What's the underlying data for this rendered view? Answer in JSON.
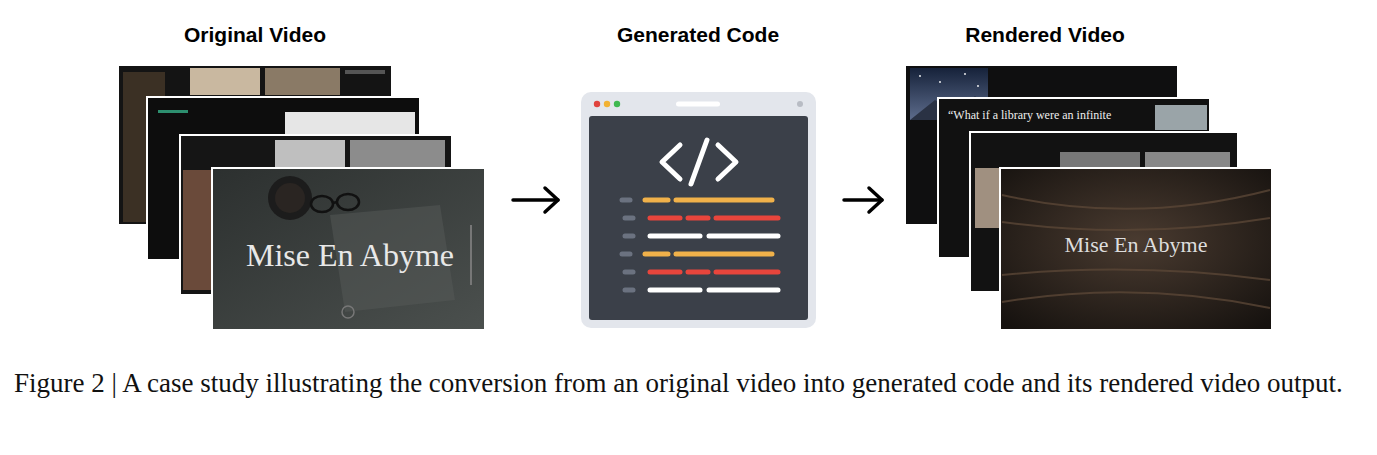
{
  "diagram": {
    "caption": "Figure 2 | A case study illustrating the conversion from an original video into generated code and its rendered video output.",
    "nodes": [
      {
        "text": [
          "Original Video"
        ]
      },
      {
        "text": [
          "Generated Code"
        ]
      },
      {
        "text": [
          "Rendered Video"
        ]
      }
    ],
    "edges": [
      {
        "from": 0,
        "to": 1,
        "arrow": "to"
      },
      {
        "from": 1,
        "to": 2,
        "arrow": "to"
      }
    ],
    "labels": [
      "Mise En Abyme",
      "“What if a library were an infinite",
      "Mise En Abyme"
    ]
  }
}
